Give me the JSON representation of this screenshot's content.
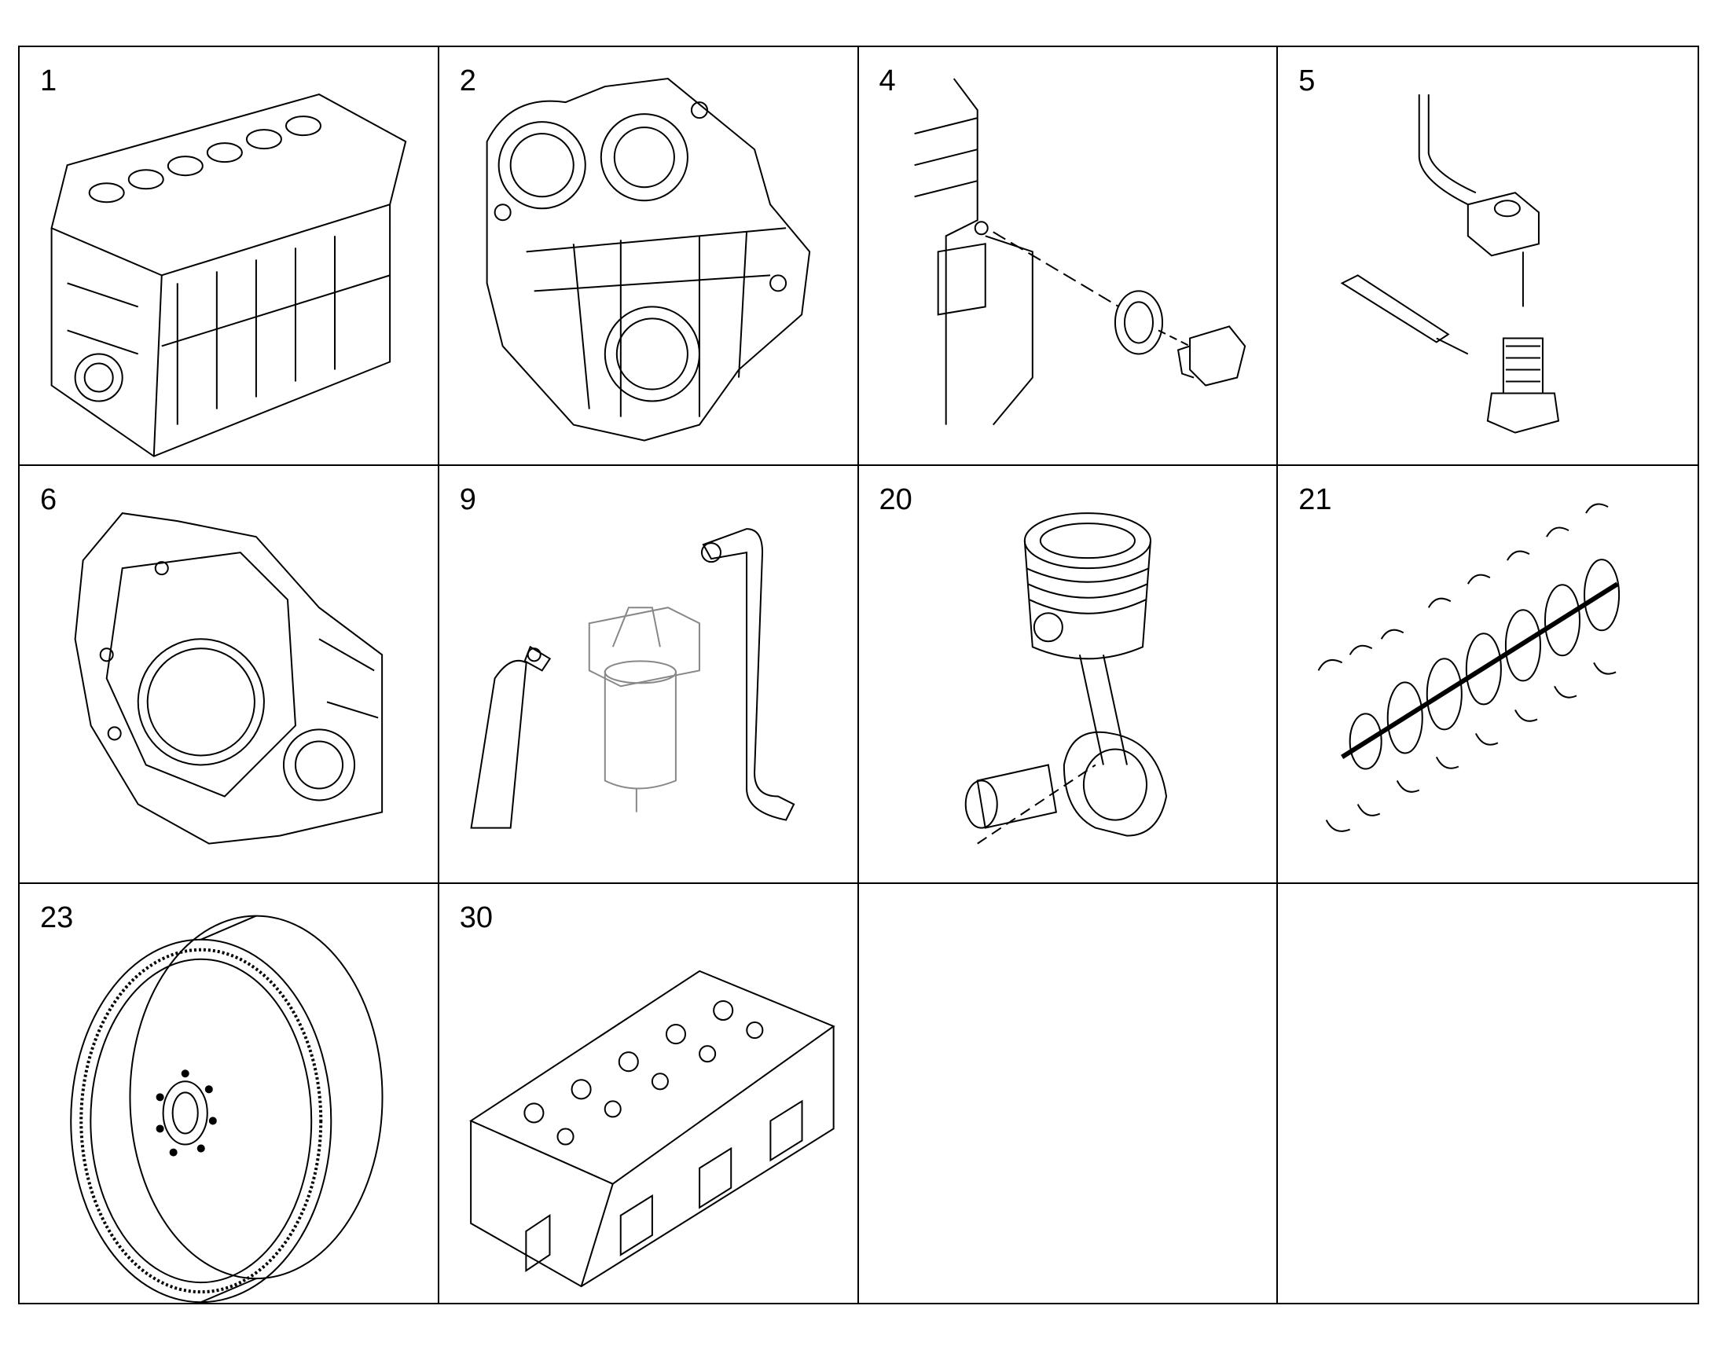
{
  "panels": [
    {
      "number": "1",
      "icon": "engine-block-icon"
    },
    {
      "number": "2",
      "icon": "timing-case-icon"
    },
    {
      "number": "4",
      "icon": "drain-plug-icon"
    },
    {
      "number": "5",
      "icon": "oil-pipe-banjo-icon"
    },
    {
      "number": "6",
      "icon": "flywheel-housing-icon"
    },
    {
      "number": "9",
      "icon": "fuel-filter-hoses-icon"
    },
    {
      "number": "20",
      "icon": "piston-conrod-icon"
    },
    {
      "number": "21",
      "icon": "crankshaft-bearings-icon"
    },
    {
      "number": "23",
      "icon": "flywheel-icon"
    },
    {
      "number": "30",
      "icon": "cylinder-head-icon"
    },
    {
      "number": "",
      "icon": ""
    },
    {
      "number": "",
      "icon": ""
    }
  ]
}
